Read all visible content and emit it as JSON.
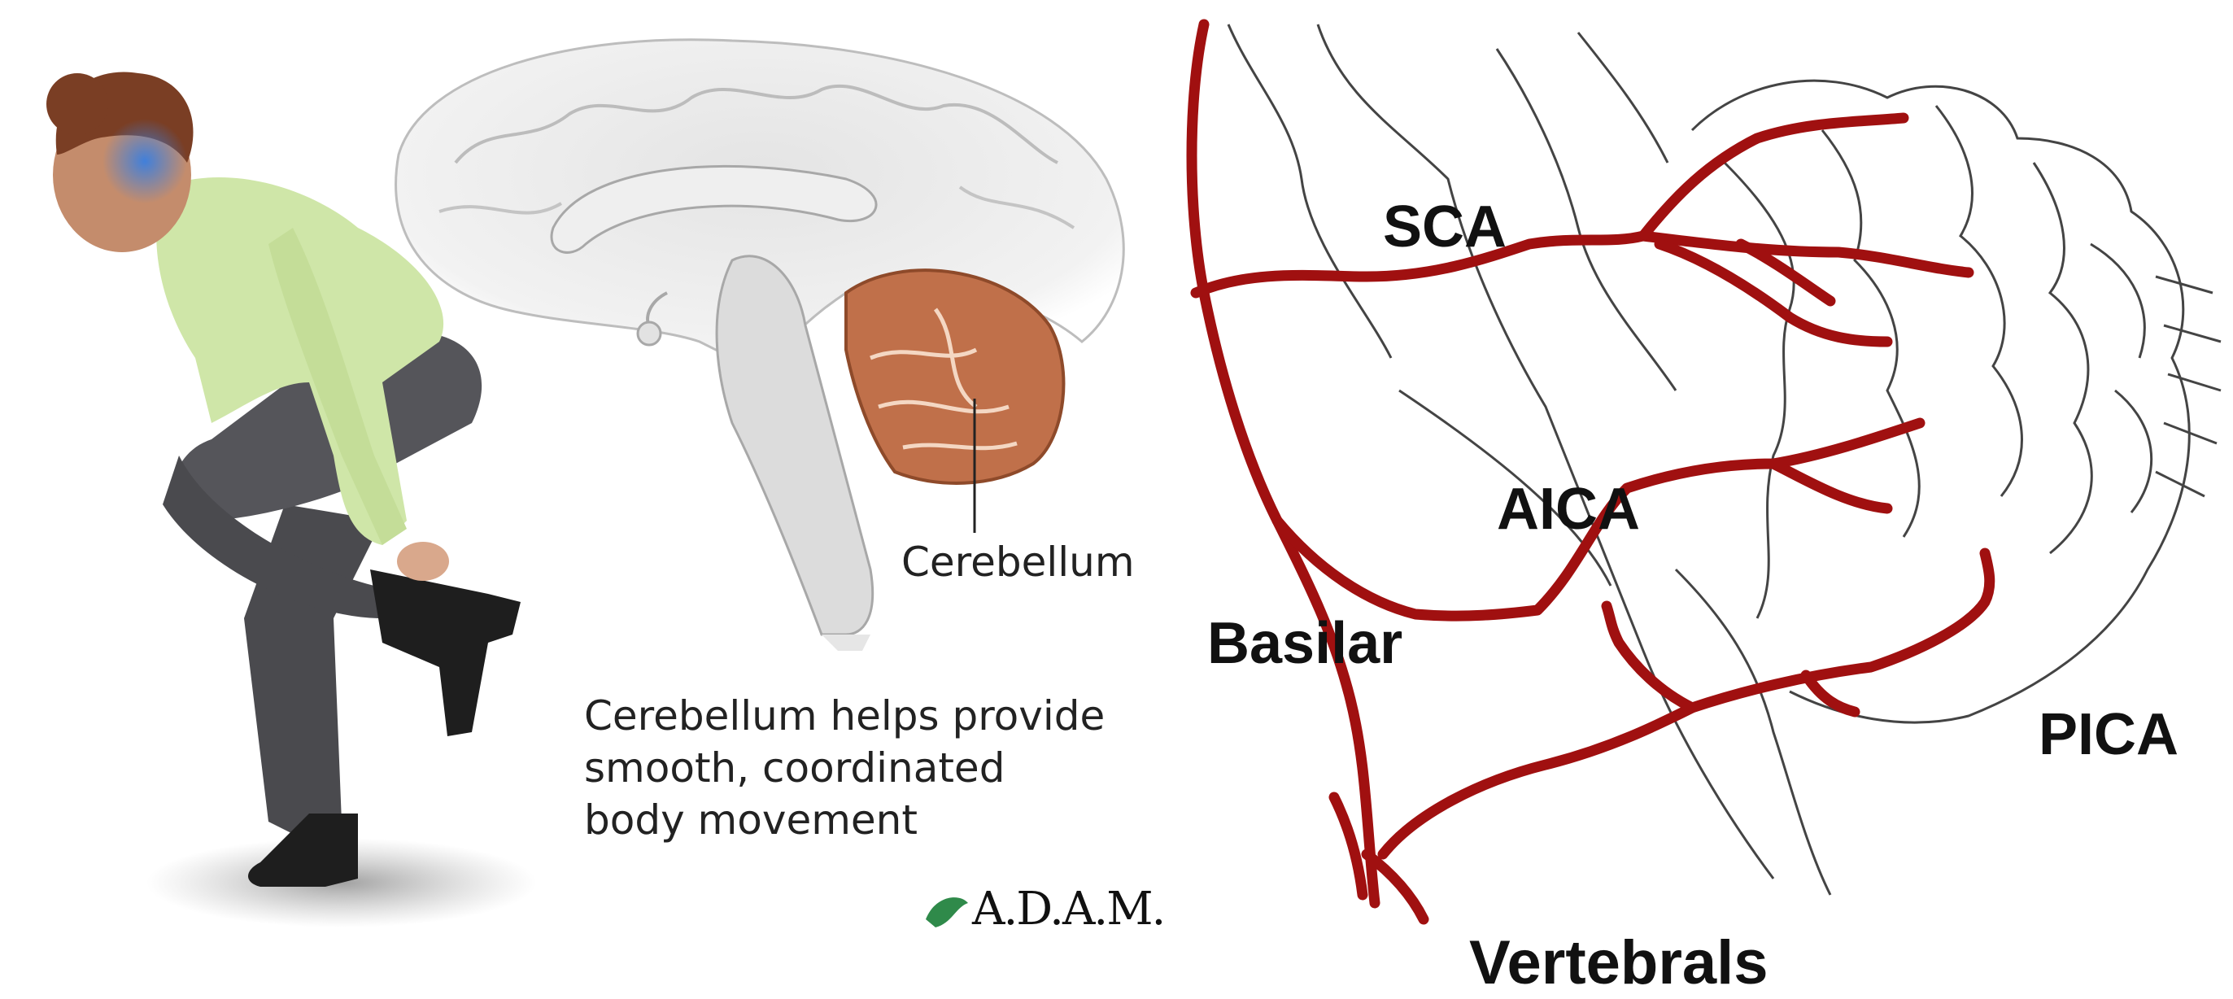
{
  "left": {
    "cerebellum_label": "Cerebellum",
    "caption_lines": [
      "Cerebellum helps provide",
      "smooth, coordinated",
      "body movement"
    ],
    "logo_text": "A.D.A.M."
  },
  "right": {
    "labels": {
      "sca": "SCA",
      "aica": "AICA",
      "basilar": "Basilar",
      "pica": "PICA",
      "vertebrals": "Vertebrals"
    }
  },
  "colors": {
    "artery": "#a01010",
    "brain_gray": "#d8d8d8",
    "cerebellum": "#c0704a",
    "sweater": "#cfe6a8",
    "pants": "#4a4a4e",
    "head_highlight": "#3a7fe0"
  }
}
